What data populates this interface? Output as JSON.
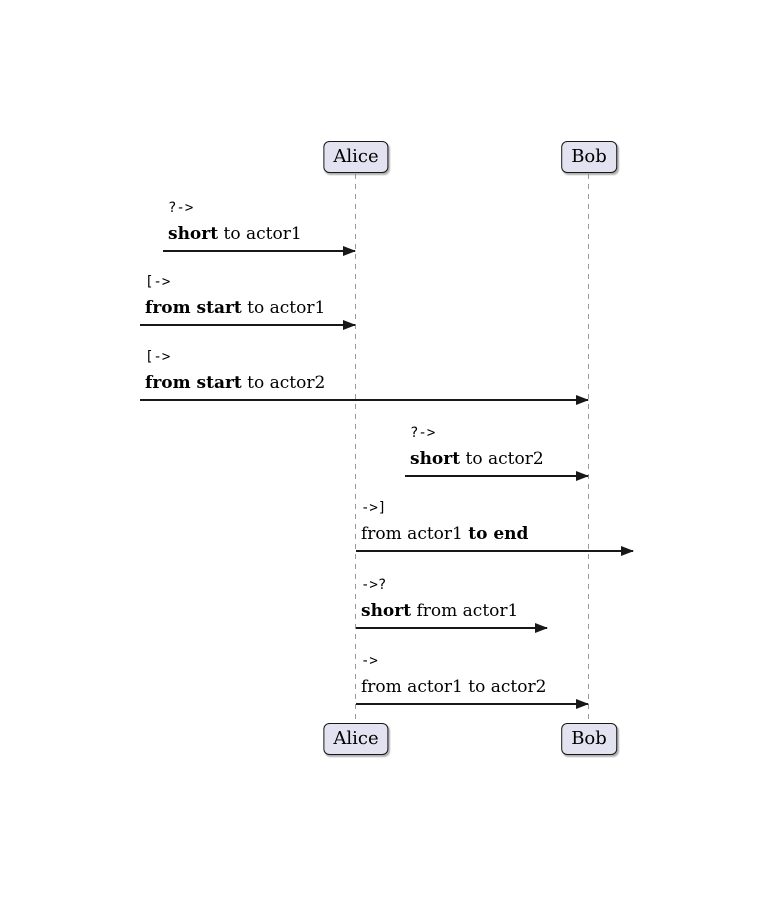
{
  "colors": {
    "actor_fill": "#E2E2F0",
    "actor_border": "#181818",
    "lifeline": "#999999",
    "arrow": "#181818",
    "text": "#000000"
  },
  "diagram": {
    "actors": [
      {
        "name": "Alice"
      },
      {
        "name": "Bob"
      }
    ],
    "messages": [
      {
        "syntax": "?->",
        "pre": "",
        "bold": "short",
        "post": " to actor1"
      },
      {
        "syntax": "[->",
        "pre": "",
        "bold": "from start",
        "post": " to actor1"
      },
      {
        "syntax": "[->",
        "pre": "",
        "bold": "from start",
        "post": " to actor2"
      },
      {
        "syntax": "?->",
        "pre": "",
        "bold": "short",
        "post": " to actor2"
      },
      {
        "syntax": "->]",
        "pre": "from actor1 ",
        "bold": "to end",
        "post": ""
      },
      {
        "syntax": "->?",
        "pre": "",
        "bold": "short",
        "post": " from actor1"
      },
      {
        "syntax": "->",
        "pre": "from actor1 to actor2",
        "bold": "",
        "post": ""
      }
    ]
  }
}
